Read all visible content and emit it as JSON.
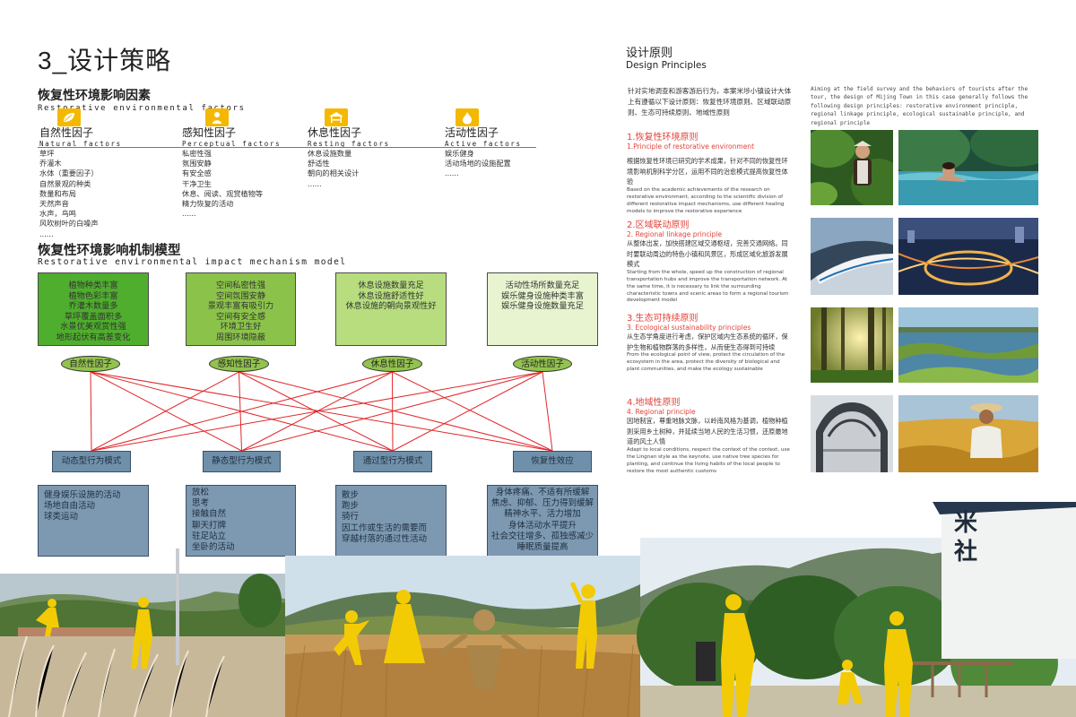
{
  "page_title": "3_设计策略",
  "factors": {
    "title": "恢复性环境影响因素",
    "subtitle": "Restorative environmental factors",
    "columns": [
      {
        "title": "自然性因子",
        "subtitle": "Natural factors",
        "icon": "leaf-icon",
        "items": [
          "草坪",
          "乔灌木",
          "水体（重要因子）",
          "自然景观的种类",
          "数量和布局",
          "天然声音",
          "水声，鸟鸣",
          "风吹树叶的白噪声",
          "......"
        ]
      },
      {
        "title": "感知性因子",
        "subtitle": "Perceptual factors",
        "icon": "person-icon",
        "items": [
          "私密性强",
          "氛围安静",
          "有安全感",
          "干净卫生",
          "休息、阅读、观赏植物等",
          "精力恢复的活动",
          "......"
        ]
      },
      {
        "title": "休息性因子",
        "subtitle": "Resting factors",
        "icon": "pavilion-icon",
        "items": [
          "休息设施数量",
          "舒适性",
          "朝向的相关设计",
          "......"
        ]
      },
      {
        "title": "活动性因子",
        "subtitle": "Active factors",
        "icon": "flame-icon",
        "items": [
          "娱乐健身",
          "活动场地的设施配置",
          "......"
        ]
      }
    ]
  },
  "model": {
    "title": "恢复性环境影响机制模型",
    "subtitle": "Restorative environmental impact mechanism model",
    "top_boxes": [
      {
        "lines": [
          "植物种类丰富",
          "植物色彩丰富",
          "乔灌木数量多",
          "草坪覆盖面积多",
          "水景优美观赏性强",
          "地形起伏有高差变化"
        ],
        "color": "#4fae2d"
      },
      {
        "lines": [
          "空间私密性强",
          "空间氛围安静",
          "景观丰富有吸引力",
          "空间有安全感",
          "环境卫生好",
          "周围环境隐蔽"
        ],
        "color": "#8bc34a"
      },
      {
        "lines": [
          "休息设施数量充足",
          "休息设施舒适性好",
          "休息设施的朝向景观性好"
        ],
        "color": "#b7dd7e"
      },
      {
        "lines": [
          "活动性场所数量充足",
          "娱乐健身设施种类丰富",
          "娱乐健身设施数量充足"
        ],
        "color": "#e7f4cf"
      }
    ],
    "factor_nodes": [
      "自然性因子",
      "感知性因子",
      "休息性因子",
      "活动性因子"
    ],
    "behavior_nodes": [
      "动态型行为模式",
      "静态型行为模式",
      "通过型行为模式",
      "恢复性效应"
    ],
    "bottom_boxes": [
      {
        "lines": [
          "健身娱乐设施的活动",
          "场地自由活动",
          "球类运动"
        ],
        "align": "left"
      },
      {
        "lines": [
          "放松",
          "思考",
          "接触自然",
          "聊天打牌",
          "驻足站立",
          "坐卧的活动"
        ],
        "align": "left"
      },
      {
        "lines": [
          "散步",
          "跑步",
          "骑行",
          "因工作或生活的需要而",
          "穿越村落的通过性活动"
        ],
        "align": "left"
      },
      {
        "lines": [
          "身体疼痛、不适有所缓解",
          "焦虑、抑郁、压力得到缓解",
          "精神水平、活力增加",
          "身体活动水平提升",
          "社会交往增多、孤独感减少",
          "睡眠质量提高"
        ],
        "align": "center"
      }
    ],
    "line_color": "#e0262a"
  },
  "principles": {
    "title": "设计原则",
    "subtitle": "Design Principles",
    "intro_cn": "针对实地调查和游客游后行为，本案米埗小镇设计大体上有遵循以下设计原则：恢复性环境原则、区域联动原则、生态可持续原则、地域性原则",
    "intro_en": "Aiming at the field survey and the behaviors of tourists after the tour, the design of Mijing Town in this case generally follows the following design principles: restorative environment principle, regional linkage principle, ecological sustainable principle, and regional principle",
    "items": [
      {
        "num": "1.恢复性环境原则",
        "en_title": "1.Principle of restorative environment",
        "cn": "根据恢复性环境已研究的学术成果，针对不同的恢复性环境影响机制科学分区，运用不同的治愈模式提高恢复性体验",
        "en": "Based on the academic achievements of the research on restorative environment, according to the scientific division of different restorative impact mechanisms, use different healing models to improve the restorative experience"
      },
      {
        "num": "2.区域联动原则",
        "en_title": "2. Regional linkage principle",
        "cn": "从整体出发，加快搭建区域交通枢纽，完善交通网络。同时要联动周边的特色小镇和风景区，形成区域化旅游发展模式",
        "en": "Starting from the whole, speed up the construction of regional transportation hubs and improve the transportation network. At the same time, it is necessary to link the surrounding characteristic towns and scenic areas to form a regional tourism development model"
      },
      {
        "num": "3.生态可持续原则",
        "en_title": "3. Ecological sustainability principles",
        "cn": "从生态学角度进行考虑，保护区域内生态系统的循环，保护生物和植物群落的多样性，从而使生态得到可持续",
        "en": "From the ecological point of view, protect the circulation of the ecosystem in the area, protect the diversity of biological and plant communities, and make the ecology sustainable"
      },
      {
        "num": "4.地域性原则",
        "en_title": "4. Regional principle",
        "cn": "因地制宜，尊重地脉文脉，以岭南风格为基调，植物种植则采用乡土树种，并延续当地人民的生活习惯，还原最地道的风土人情",
        "en": "Adapt to local conditions, respect the context of the context, use the Lingnan style as the keynote, use native tree species for planting, and continue the living habits of the local people to restore the most authentic customs"
      }
    ]
  },
  "sign_text": [
    "米",
    "社"
  ],
  "colors": {
    "accent_red": "#e0433a",
    "icon_yellow": "#f4b800",
    "figure_yellow": "#f2cb05",
    "pill_green": "#93c24f",
    "blue_box": "#7d99b2"
  }
}
